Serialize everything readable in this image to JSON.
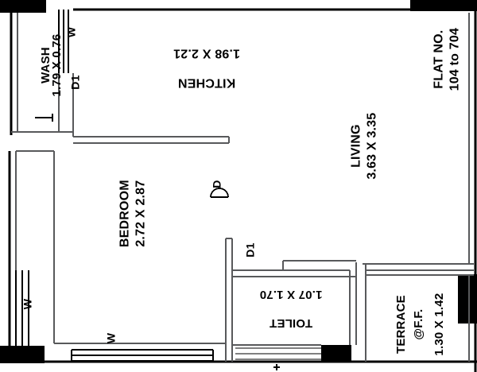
{
  "plan": {
    "title_block": {
      "flat_no_label": "FLAT NO.",
      "flat_no_value": "104 to 704"
    },
    "rooms": [
      {
        "key": "wash",
        "name": "WASH",
        "dimensions": "1.79 X 0.76",
        "orientation": "rot90"
      },
      {
        "key": "kitchen",
        "name": "KITCHEN",
        "dimensions": "1.98 X 2.21",
        "orientation": "rot180"
      },
      {
        "key": "living",
        "name": "LIVING",
        "dimensions": "3.63 X 3.35",
        "orientation": "rot90"
      },
      {
        "key": "bedroom",
        "name": "BEDROOM",
        "dimensions": "2.72 X 2.87",
        "orientation": "rot90"
      },
      {
        "key": "toilet",
        "name": "TOILET",
        "dimensions": "1.07 X 1.70",
        "orientation": "rot180"
      },
      {
        "key": "terrace",
        "name": "TERRACE",
        "sub": "@F.F.",
        "dimensions": "1.30 X 1.42",
        "orientation": "rot90"
      }
    ],
    "openings": [
      {
        "key": "door-kitchen-wash",
        "label": "D1",
        "type": "door"
      },
      {
        "key": "door-bedroom",
        "label": "D",
        "type": "door"
      },
      {
        "key": "door-toilet",
        "label": "D1",
        "type": "door"
      },
      {
        "key": "window-wash-top",
        "label": "W",
        "type": "window"
      },
      {
        "key": "window-bedroom-left",
        "label": "W",
        "type": "window"
      },
      {
        "key": "window-bedroom-bottom",
        "label": "W",
        "type": "window"
      }
    ],
    "colors": {
      "wall": "#000000",
      "wall_thin": "#58595b",
      "column": "#000000",
      "background": "#ffffff"
    }
  }
}
